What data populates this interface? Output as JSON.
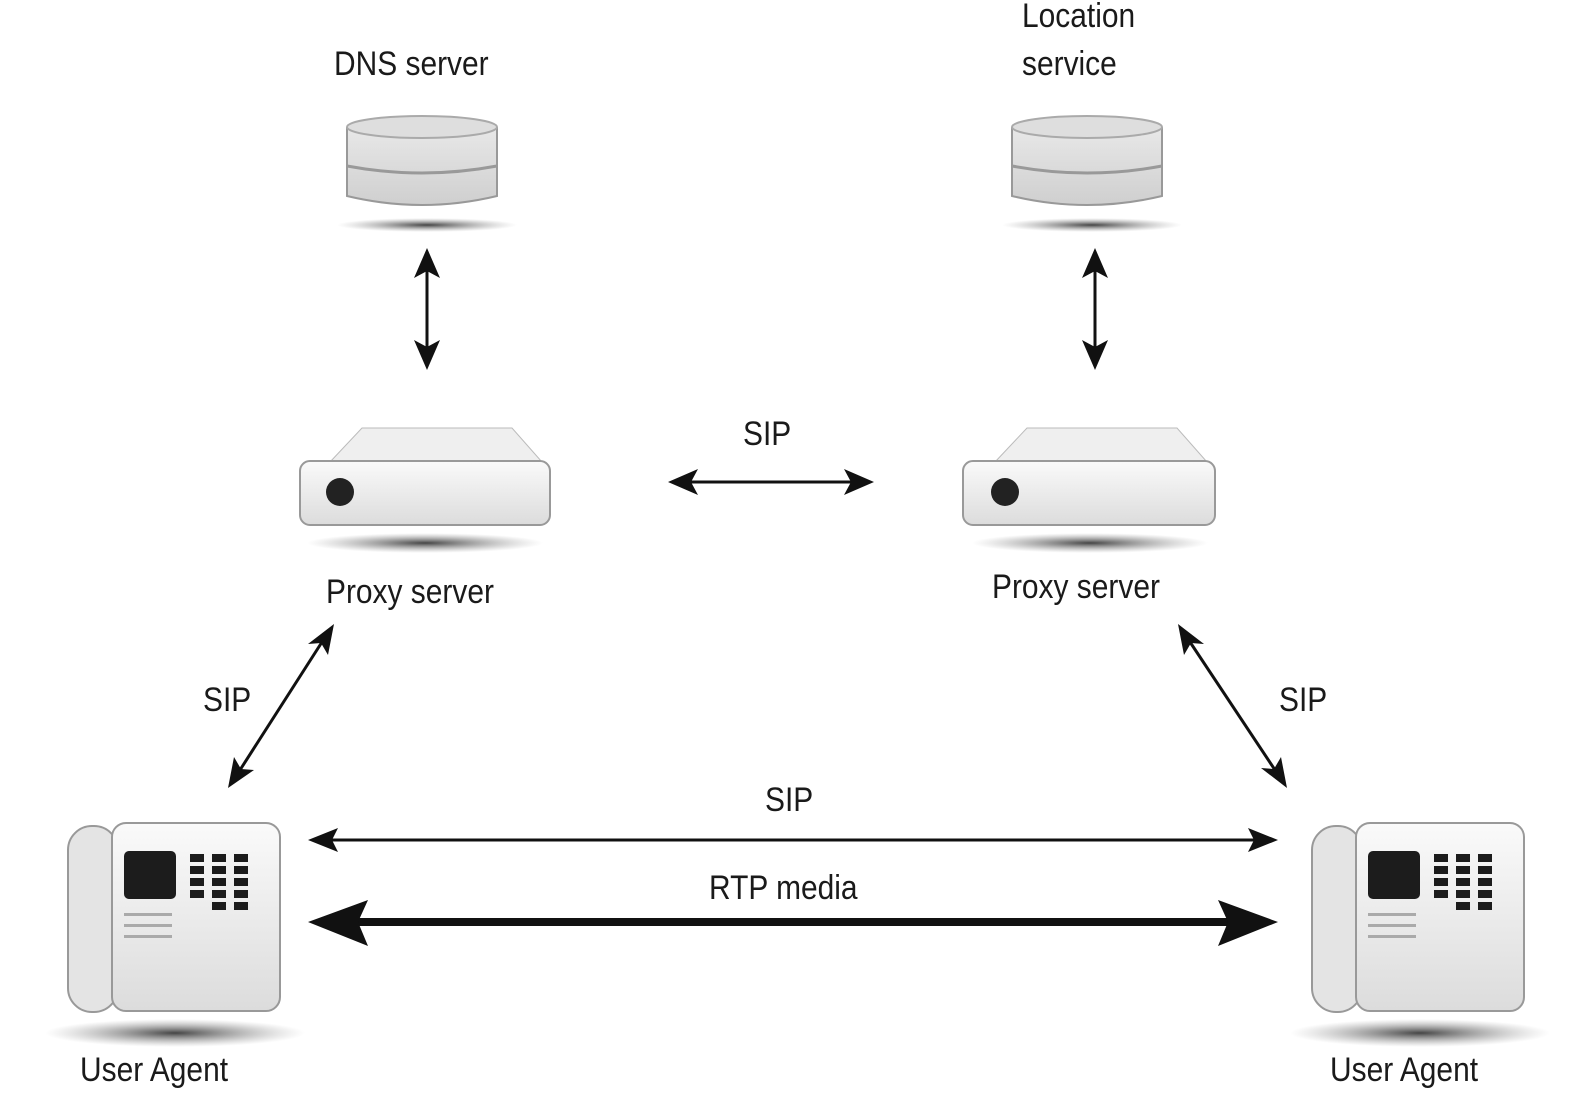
{
  "nodes": {
    "dns_server": {
      "label": "DNS server"
    },
    "location_service": {
      "label_line1": "Location",
      "label_line2": "service"
    },
    "proxy_left": {
      "label": "Proxy server"
    },
    "proxy_right": {
      "label": "Proxy server"
    },
    "ua_left": {
      "label": "User Agent"
    },
    "ua_right": {
      "label": "User Agent"
    }
  },
  "connections": {
    "proxy_to_proxy": {
      "label": "SIP"
    },
    "ua_left_to_proxy": {
      "label": "SIP"
    },
    "ua_right_to_proxy": {
      "label": "SIP"
    },
    "ua_to_ua_signaling": {
      "label": "SIP"
    },
    "ua_to_ua_media": {
      "label": "RTP media"
    }
  },
  "colors": {
    "arrow": "#111111",
    "device": "#e6e6e6",
    "shadow": "#555555"
  }
}
